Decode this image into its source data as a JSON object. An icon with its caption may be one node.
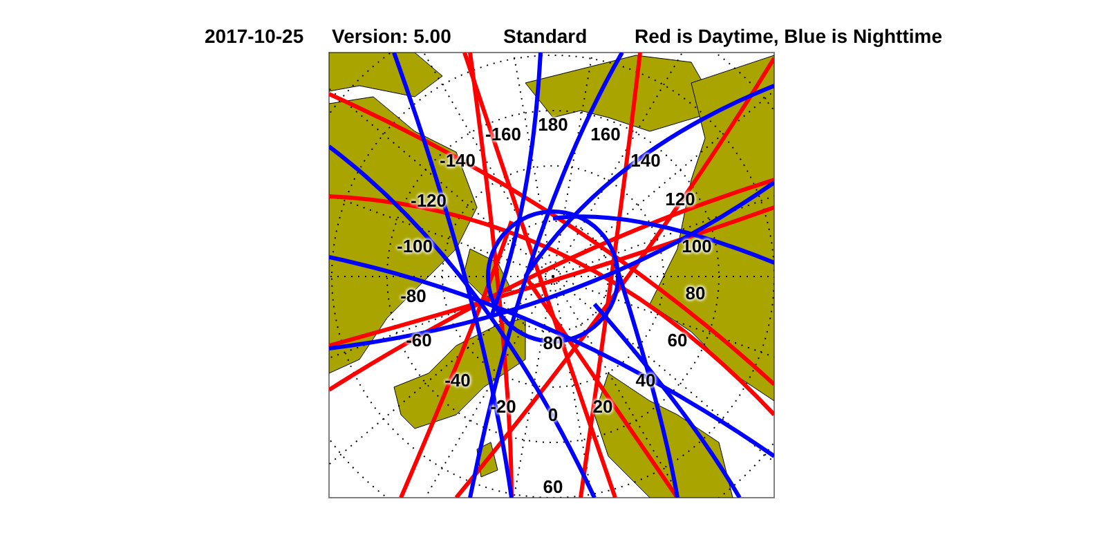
{
  "diagram": {
    "labels": [
      "2017-10-25",
      "Version: 5.00",
      "Standard",
      "Red is Daytime, Blue is Nighttime",
      "-160",
      "180",
      "160",
      "-140",
      "140",
      "-120",
      "120",
      "-100",
      "100",
      "-80",
      "80",
      "-60",
      "80",
      "60",
      "-40",
      "40",
      "-20",
      "0",
      "20",
      "60"
    ]
  }
}
